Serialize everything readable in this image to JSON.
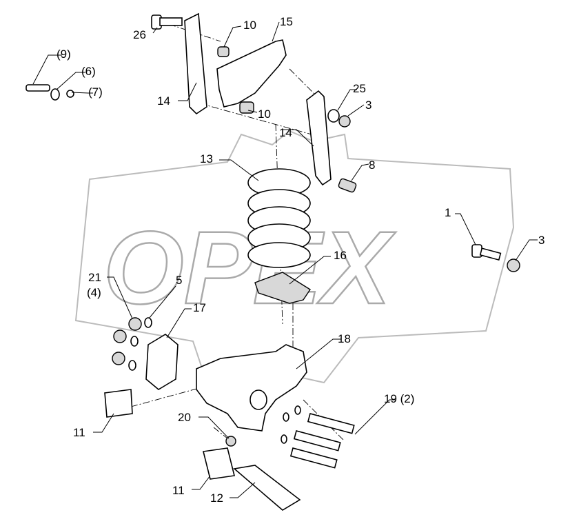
{
  "watermark": "OPEX",
  "labels": {
    "l26": "26",
    "l10a": "10",
    "l15": "15",
    "l9": "(9)",
    "l6": "(6)",
    "l7": "(7)",
    "l14a": "14",
    "l10b": "10",
    "l25": "25",
    "l3a": "3",
    "l14b": "14",
    "l13": "13",
    "l8": "8",
    "l1": "1",
    "l3b": "3",
    "l16": "16",
    "l21": "21",
    "l4": "(4)",
    "l5": "5",
    "l17": "17",
    "l18": "18",
    "l19": "19 (2)",
    "l20": "20",
    "l11a": "11",
    "l11b": "11",
    "l12": "12"
  }
}
